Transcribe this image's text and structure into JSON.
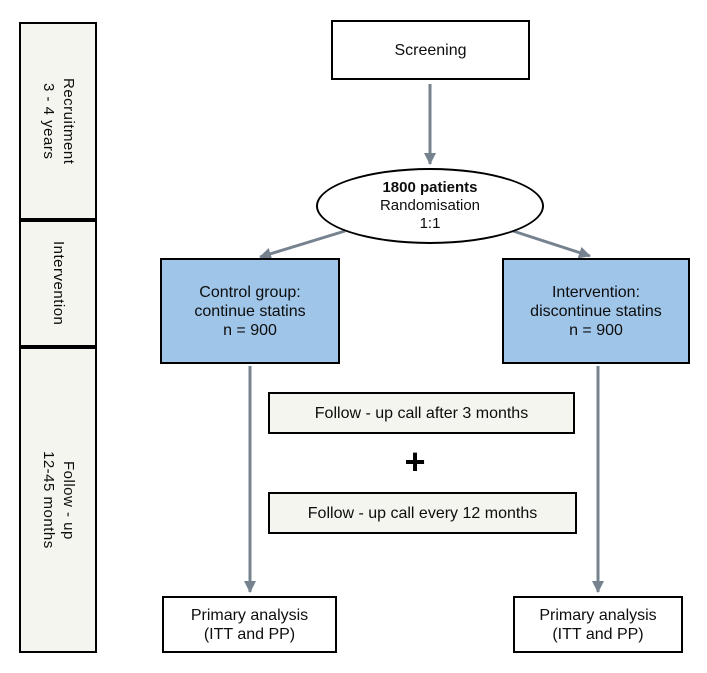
{
  "colors": {
    "box_blue": "#9fc5e8",
    "box_light": "#f3f5ee",
    "box_white": "#ffffff",
    "border": "#000000",
    "arrow": "#76838f",
    "text": "#0d0d0d"
  },
  "timeline": {
    "items": [
      {
        "line1": "Recruitment",
        "line2": "3 - 4 years"
      },
      {
        "line1": "Intervention"
      },
      {
        "line1": "Follow - up",
        "line2": "12-45 months"
      }
    ]
  },
  "flow": {
    "screening": {
      "label": "Screening"
    },
    "randomisation": {
      "line1": "1800 patients",
      "line2": "Randomisation",
      "line3": "1:1"
    },
    "control_group": {
      "line1": "Control group:",
      "line2": "continue statins",
      "line3": "n = 900"
    },
    "intervention_group": {
      "line1": "Intervention:",
      "line2": "discontinue statins",
      "line3": "n = 900"
    },
    "followup_call_1": {
      "label": "Follow - up call after 3 months"
    },
    "plus": "+",
    "followup_call_2": {
      "label": "Follow - up call every 12 months"
    },
    "primary_analysis_left": {
      "line1": "Primary analysis",
      "line2": "(ITT and PP)"
    },
    "primary_analysis_right": {
      "line1": "Primary analysis",
      "line2": "(ITT and PP)"
    }
  }
}
